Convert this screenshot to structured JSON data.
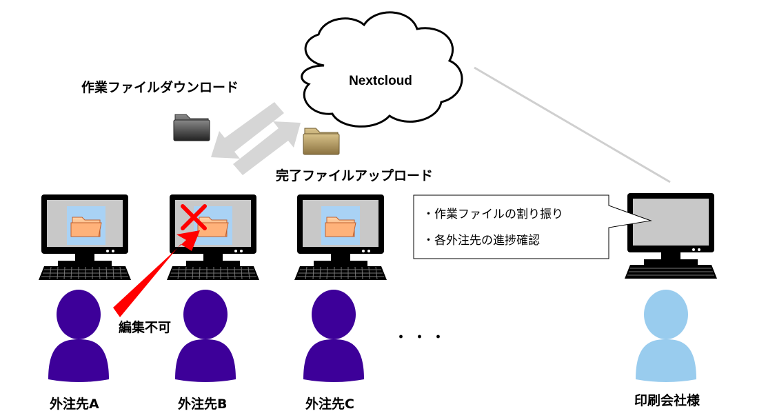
{
  "cloud": {
    "label": "Nextcloud"
  },
  "transfers": {
    "download_label": "作業ファイルダウンロード",
    "upload_label": "完了ファイルアップロード"
  },
  "restriction": {
    "label": "編集不可"
  },
  "ellipsis": "・・・",
  "callout": {
    "lines": [
      "・作業ファイルの割り振り",
      "・各外注先の進捗確認"
    ]
  },
  "users": [
    {
      "name": "外注先A"
    },
    {
      "name": "外注先B"
    },
    {
      "name": "外注先C"
    },
    {
      "name": "印刷会社様"
    }
  ],
  "colors": {
    "contractor": "#3d0099",
    "printer": "#99ccee",
    "arrow_gray": "#d0d0d0",
    "cross_red": "#ff0000",
    "folder_orange": "#f8a870",
    "screen_blue": "#a9d2f5"
  }
}
